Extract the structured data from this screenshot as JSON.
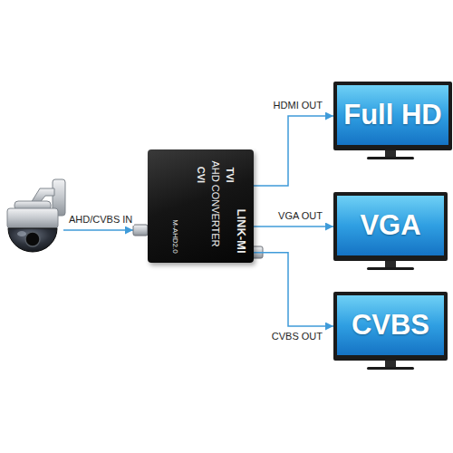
{
  "diagram": {
    "nodes": [
      {
        "text": [
          "TVI",
          "AHD CONVERTER",
          "CVI",
          "LINK-MI",
          "M-AHD2.0"
        ]
      },
      {
        "text": [
          "Full HD"
        ]
      },
      {
        "text": [
          "VGA"
        ]
      },
      {
        "text": [
          "CVBS"
        ]
      }
    ],
    "edges": [
      {
        "from": 0,
        "to": 1,
        "arrow": "to",
        "label": "HDMI OUT"
      },
      {
        "from": 0,
        "to": 2,
        "arrow": "to",
        "label": "VGA OUT"
      },
      {
        "from": 0,
        "to": 3,
        "arrow": "to",
        "label": "CVBS OUT"
      }
    ],
    "labels": [
      "AHD/CVBS IN"
    ]
  }
}
